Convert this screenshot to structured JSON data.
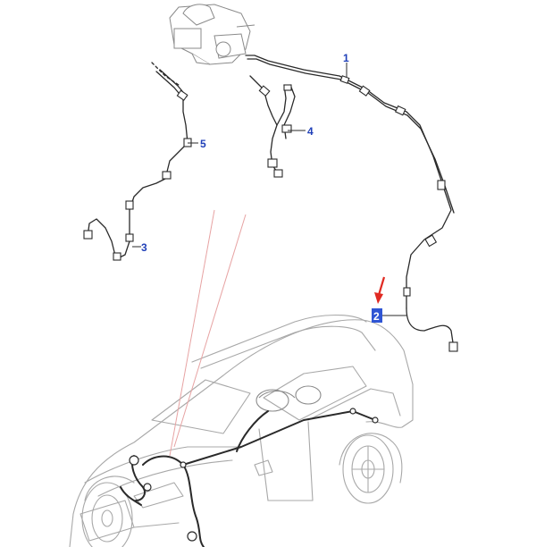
{
  "colors": {
    "callout": "#1f3fb8",
    "highlight": "#2f55d4",
    "arrow": "#e02a22",
    "line": "#2a2a2a",
    "vehicle": "#9a9a9a",
    "leader": "#e7a3a3"
  },
  "callouts": [
    {
      "id": "1",
      "label": "1"
    },
    {
      "id": "2",
      "label": "2",
      "highlighted": true
    },
    {
      "id": "3",
      "label": "3"
    },
    {
      "id": "4",
      "label": "4"
    },
    {
      "id": "5",
      "label": "5"
    }
  ],
  "icons": {
    "pointer": "red-arrow-icon"
  }
}
